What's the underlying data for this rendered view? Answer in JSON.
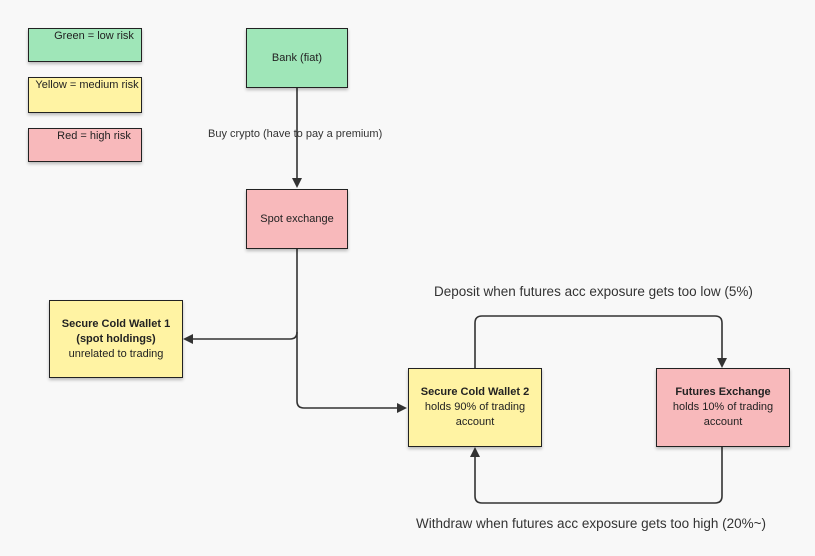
{
  "legend": {
    "green": "Green = low risk",
    "yellow": "Yellow = medium risk",
    "red": "Red = high risk"
  },
  "nodes": {
    "bank": "Bank (fiat)",
    "spot_exchange": "Spot exchange",
    "cold_wallet_1": {
      "title_line1": "Secure Cold Wallet 1",
      "title_line2": "(spot holdings)",
      "subtitle": "unrelated to trading"
    },
    "cold_wallet_2": {
      "title": "Secure Cold Wallet 2",
      "line1": "holds 90% of trading",
      "line2": "account"
    },
    "futures_exchange": {
      "title": "Futures Exchange",
      "line1": "holds 10% of trading",
      "line2": "account"
    }
  },
  "edges": {
    "buy_crypto": "Buy crypto (have to pay a premium)",
    "deposit": "Deposit when futures acc exposure gets too low (5%)",
    "withdraw": "Withdraw when futures acc exposure gets too high (20%~)"
  },
  "colors": {
    "low_risk": "#9fe6b8",
    "medium_risk": "#fff3a3",
    "high_risk": "#f8b9bb"
  }
}
